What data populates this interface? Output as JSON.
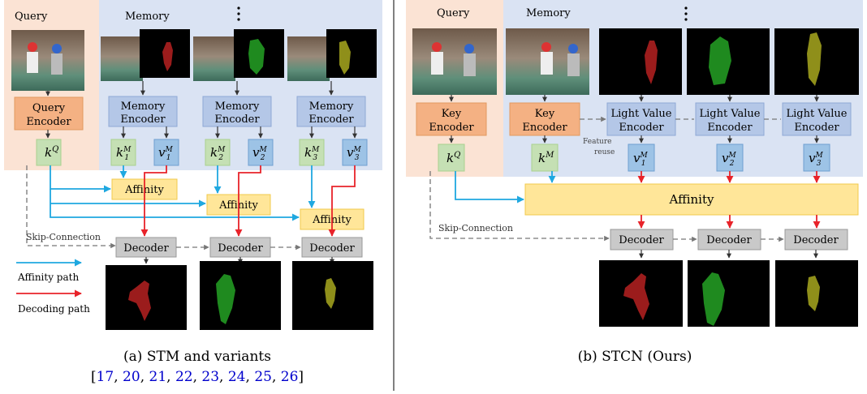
{
  "left": {
    "query_label": "Query",
    "memory_label": "Memory",
    "query_encoder": [
      "Query",
      "Encoder"
    ],
    "memory_encoder": [
      "Memory",
      "Encoder"
    ],
    "key_q": "k",
    "key_q_sup": "Q",
    "keys_m": [
      {
        "base": "k",
        "sub": "1",
        "sup": "M"
      },
      {
        "base": "k",
        "sub": "2",
        "sup": "M"
      },
      {
        "base": "k",
        "sub": "3",
        "sup": "M"
      }
    ],
    "values_m": [
      {
        "base": "v",
        "sub": "1",
        "sup": "M"
      },
      {
        "base": "v",
        "sub": "2",
        "sup": "M"
      },
      {
        "base": "v",
        "sub": "3",
        "sup": "M"
      }
    ],
    "affinity_label": "Affinity",
    "decoder_label": "Decoder",
    "skip_label": "Skip-Connection",
    "legend_affinity": "Affinity path",
    "legend_decoding": "Decoding path",
    "caption_line1": "(a) STM and variants",
    "cite_open": "[",
    "cite_close": "]",
    "citations": [
      "17",
      "20",
      "21",
      "22",
      "23",
      "24",
      "25",
      "26"
    ]
  },
  "right": {
    "query_label": "Query",
    "memory_label": "Memory",
    "key_encoder": [
      "Key",
      "Encoder"
    ],
    "light_value_encoder": [
      "Light Value",
      "Encoder"
    ],
    "key_q": "k",
    "key_q_sup": "Q",
    "key_m": "k",
    "key_m_sup": "M",
    "values_m": [
      {
        "base": "v",
        "sub": "1",
        "sup": "M"
      },
      {
        "base": "v",
        "sub": "2",
        "sup": "M"
      },
      {
        "base": "v",
        "sub": "3",
        "sup": "M"
      }
    ],
    "feature_reuse": [
      "Feature",
      "reuse"
    ],
    "affinity_label": "Affinity",
    "decoder_label": "Decoder",
    "skip_label": "Skip-Connection",
    "caption": "(b) STCN (Ours)"
  },
  "colors": {
    "query_bg": "#fbe3d4",
    "memory_bg": "#dae3f3",
    "query_encoder": "#f4b183",
    "memory_encoder": "#b4c7e7",
    "key_box": "#c5e0b4",
    "value_box": "#9dc3e6",
    "affinity": "#ffe699",
    "decoder": "#c9c9c9",
    "affinity_path": "#1fa8e0",
    "decoding_path": "#e8232a",
    "cite": "#0000cc",
    "mask_red": "#9b1c1c",
    "mask_green": "#1f8a1f",
    "mask_olive": "#8f8f1a"
  }
}
